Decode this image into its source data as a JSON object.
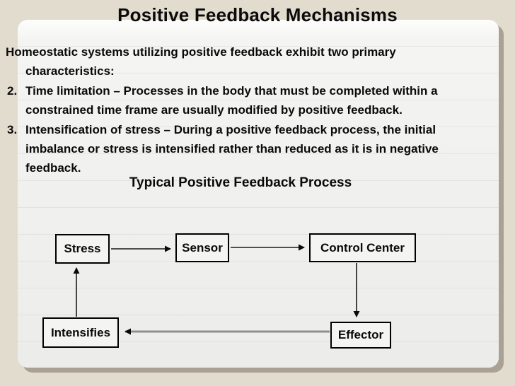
{
  "slide": {
    "title": "Positive Feedback Mechanisms",
    "body": {
      "items": [
        {
          "marker": "",
          "lines": [
            "Homeostatic systems utilizing positive feedback exhibit two primary",
            "characteristics:"
          ]
        },
        {
          "marker": "2.",
          "lines": [
            "Time limitation – Processes in the body that must be completed within a",
            "constrained time frame are usually modified by positive feedback."
          ]
        },
        {
          "marker": "3.",
          "lines": [
            "Intensification of stress – During a positive feedback process, the initial",
            "imbalance or stress is intensified rather than reduced as it is in negative",
            "feedback."
          ]
        }
      ]
    },
    "diagram": {
      "title": "Typical Positive Feedback Process",
      "nodes": {
        "stress": {
          "label": "Stress"
        },
        "sensor": {
          "label": "Sensor"
        },
        "control_center": {
          "label": "Control Center"
        },
        "effector": {
          "label": "Effector"
        },
        "intensifies": {
          "label": "Intensifies"
        }
      },
      "edges": [
        {
          "from": "Stress",
          "to": "Sensor"
        },
        {
          "from": "Sensor",
          "to": "Control Center"
        },
        {
          "from": "Control Center",
          "to": "Effector"
        },
        {
          "from": "Effector",
          "to": "Intensifies"
        },
        {
          "from": "Intensifies",
          "to": "Stress"
        }
      ]
    },
    "colors": {
      "background": "#e2dccf",
      "panel": "#ededeb",
      "panel_shadow": "#a9a294",
      "text": "#0a0a0a",
      "node_border": "#000000",
      "feedback_arrow_gray": "#8f8f8f"
    }
  }
}
